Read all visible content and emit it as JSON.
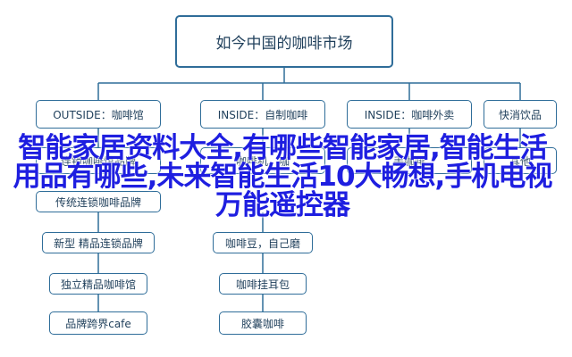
{
  "diagram": {
    "root": "如今中国的咖啡市场",
    "categories": [
      "OUTSIDE：咖啡馆",
      "INSIDE：自制咖啡",
      "INSIDE：咖啡外卖",
      "快消饮品"
    ],
    "row2": [
      "连锁咖啡馆品牌",
      "咖啡机、咖",
      "手咖啡",
      "其他"
    ],
    "left_branch": [
      "传统连锁咖啡品牌",
      "新型 精品连锁品牌",
      "独立精品咖啡馆",
      "品牌跨界cafe"
    ],
    "right_branch": [
      "咖啡豆，自己磨",
      "咖啡挂耳包",
      "胶囊咖啡"
    ]
  },
  "overlay_title": "智能家居资料大全,有哪些智能家居,智能生活用品有哪些,未来智能生活10大畅想,手机电视万能遥控器"
}
